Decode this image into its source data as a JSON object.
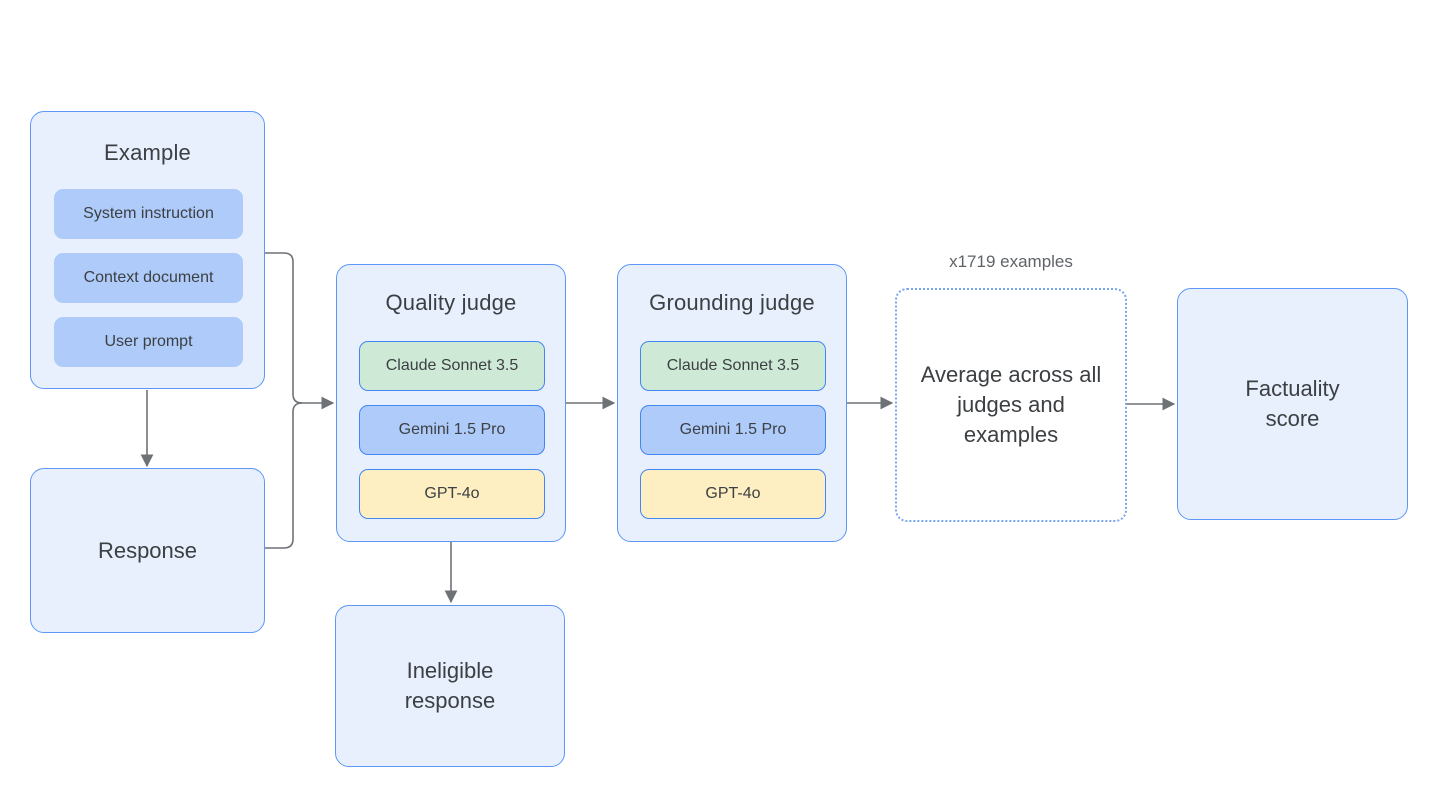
{
  "diagram": {
    "nodes": {
      "example": {
        "title": "Example",
        "chips": [
          "System instruction",
          "Context document",
          "User prompt"
        ]
      },
      "response": {
        "label": "Response"
      },
      "quality_judge": {
        "title": "Quality judge",
        "chips": [
          "Claude Sonnet 3.5",
          "Gemini 1.5 Pro",
          "GPT-4o"
        ]
      },
      "grounding_judge": {
        "title": "Grounding judge",
        "chips": [
          "Claude Sonnet 3.5",
          "Gemini 1.5 Pro",
          "GPT-4o"
        ]
      },
      "aggregate": {
        "label": "Average across all judges and examples",
        "annotation": "x1719 examples"
      },
      "factuality": {
        "label": "Factuality score"
      },
      "ineligible": {
        "label": "Ineligible response"
      }
    },
    "colors": {
      "node_fill": "#e8f0fe",
      "node_border": "#5e97f6",
      "chip_plain_blue": "#aecbfa",
      "chip_green": "#ceead6",
      "chip_blue": "#aecbfa",
      "chip_yellow": "#feefc3",
      "chip_border": "#4285f4",
      "dashed_border": "#78a5f0",
      "arrow": "#6e7276",
      "text": "#3c4043",
      "muted_text": "#5f6368"
    }
  }
}
